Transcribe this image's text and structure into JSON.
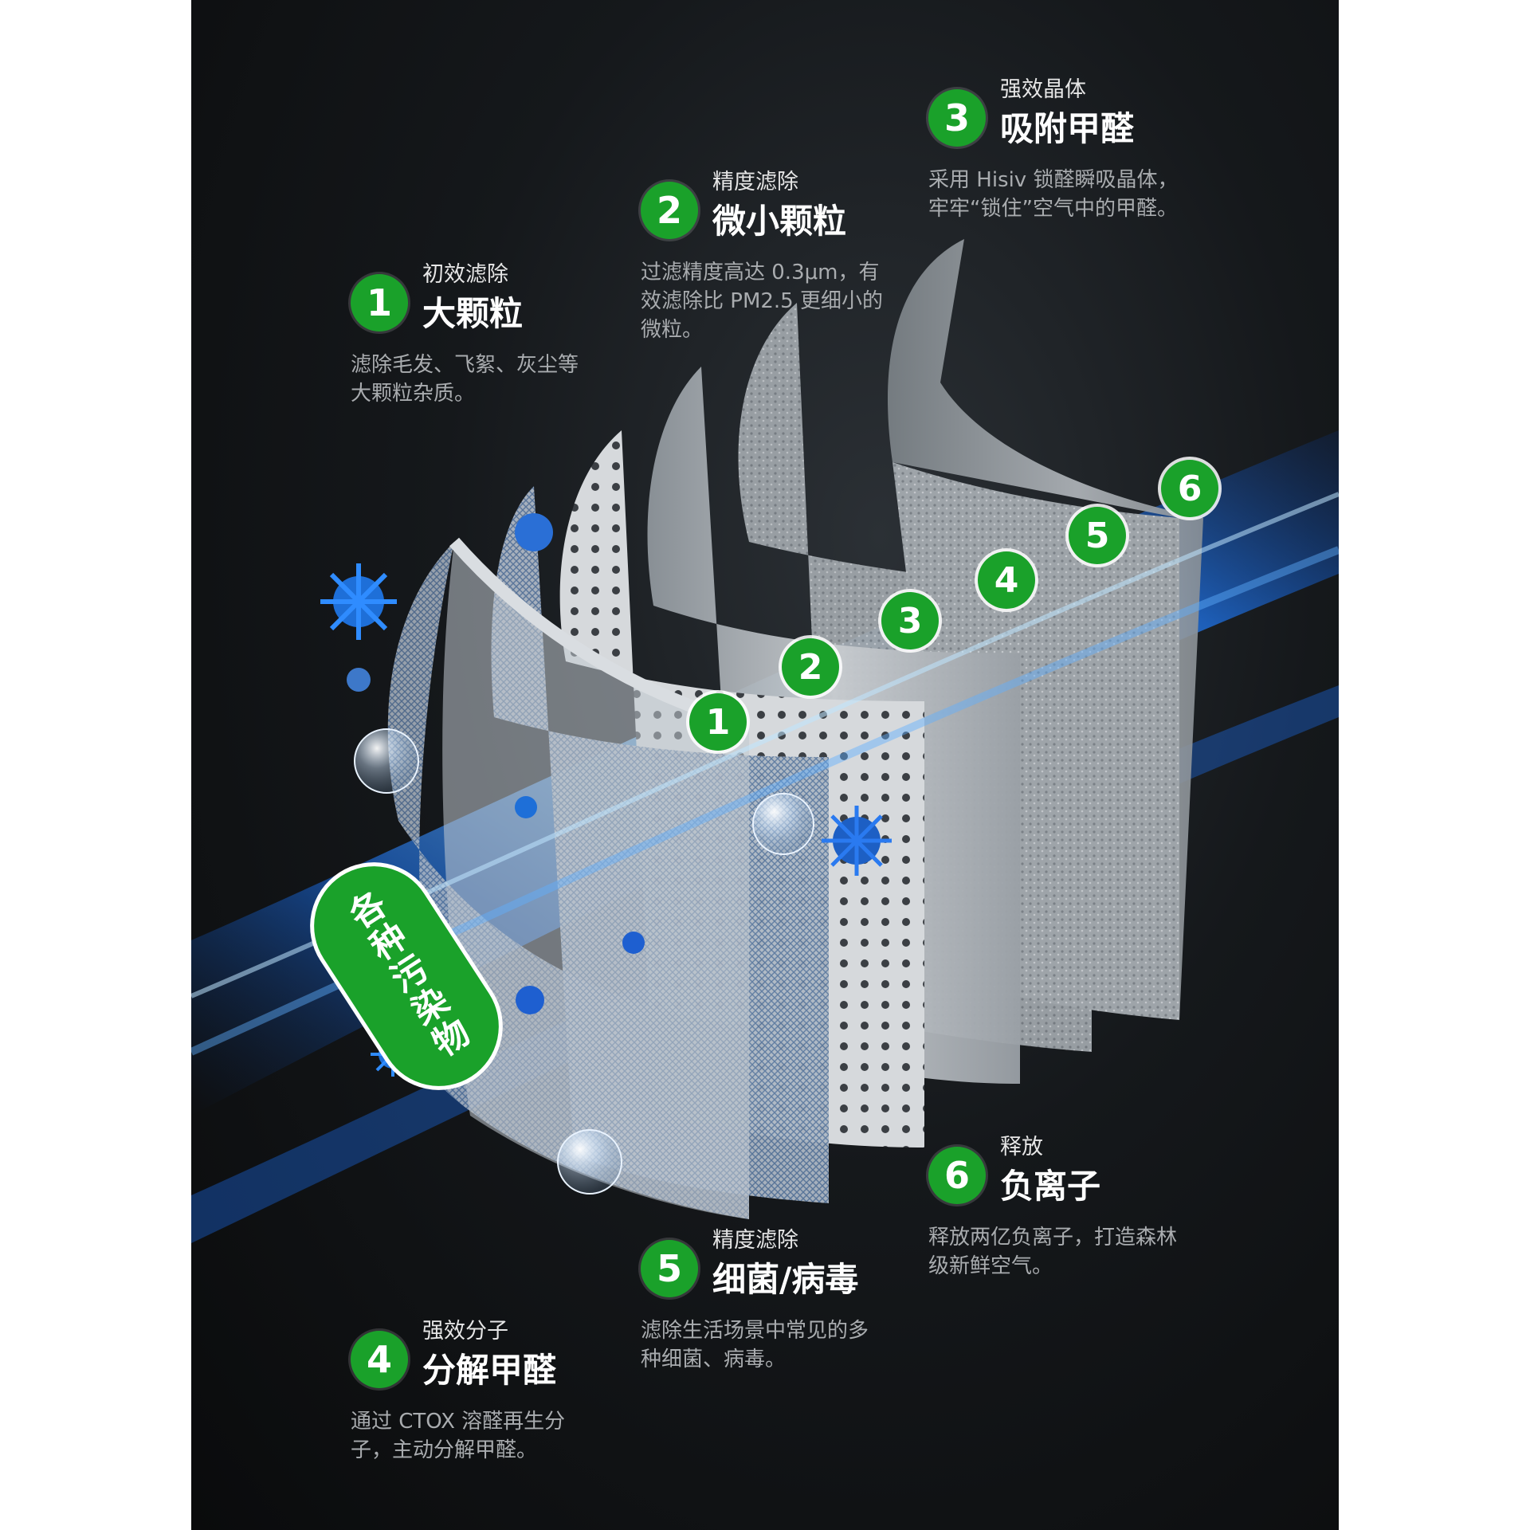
{
  "callouts": [
    {
      "num": "1",
      "sub": "初效滤除",
      "title": "大颗粒",
      "desc": "滤除毛发、飞絮、灰尘等大颗粒杂质。"
    },
    {
      "num": "2",
      "sub": "精度滤除",
      "title": "微小颗粒",
      "desc": "过滤精度高达 0.3μm，有效滤除比 PM2.5 更细小的微粒。"
    },
    {
      "num": "3",
      "sub": "强效晶体",
      "title": "吸附甲醛",
      "desc": "采用 Hisiv 锁醛瞬吸晶体，牢牢“锁住”空气中的甲醛。"
    },
    {
      "num": "4",
      "sub": "强效分子",
      "title": "分解甲醛",
      "desc": "通过 CTOX 溶醛再生分子，主动分解甲醛。"
    },
    {
      "num": "5",
      "sub": "精度滤除",
      "title": "细菌/病毒",
      "desc": "滤除生活场景中常见的多种细菌、病毒。"
    },
    {
      "num": "6",
      "sub": "释放",
      "title": "负离子",
      "desc": "释放两亿负离子，打造森林级新鲜空气。"
    }
  ],
  "layer_badges": [
    "1",
    "2",
    "3",
    "4",
    "5",
    "6"
  ],
  "pollutant_tag": "各种污染物",
  "colors": {
    "accent_green": "#1aa12a",
    "airflow_blue": "#2a8cff",
    "filter_gray": "#b9bec3",
    "background": "#0d0f11"
  }
}
